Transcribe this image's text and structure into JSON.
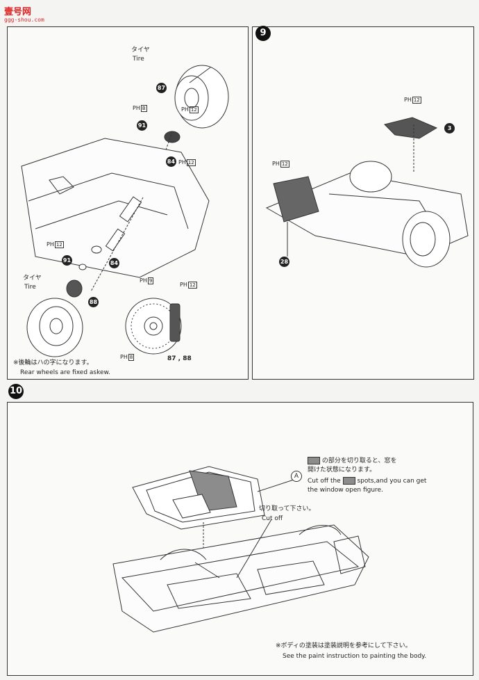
{
  "header": {
    "site_name": "壹号网",
    "site_url": "ggg-shou.com"
  },
  "step9": {
    "number": "9"
  },
  "step10": {
    "number": "10"
  },
  "panel_left": {
    "tire_top_jp": "タイヤ",
    "tire_top_en": "Tire",
    "tire_bottom_jp": "タイヤ",
    "tire_bottom_en": "Tire",
    "note_jp": "※後輪はハの字になります。",
    "note_en": "Rear wheels are fixed askew.",
    "parts": {
      "p87": "87",
      "p91a": "91",
      "p84a": "84",
      "p84b": "84",
      "p91b": "91",
      "p88": "88",
      "p87_88": "87 , 88"
    },
    "ph_labels": {
      "ph_b": "B",
      "ph_12a": "12",
      "ph_12b": "12",
      "ph_12c": "12",
      "ph_9": "9",
      "ph_12d": "12",
      "ph_8": "8"
    },
    "ph_prefix": "PH"
  },
  "panel_right": {
    "ph_12a": "12",
    "ph_12b": "12",
    "part3": "3",
    "part28": "28",
    "ph_prefix": "PH"
  },
  "panel_bottom": {
    "note_a_jp_1": "の部分を切り取ると、窓を",
    "note_a_jp_2": "開けた状態になります。",
    "note_a_en_1": "Cut off the",
    "note_a_en_2": "spots,and you can get",
    "note_a_en_3": "the window open figure.",
    "label_a": "A",
    "cutoff_jp": "切り取って下さい。",
    "cutoff_en": "Cut off",
    "paint_jp": "※ボディの塗装は塗装説明を参考にして下さい。",
    "paint_en": "See the paint instruction to painting the body."
  },
  "colors": {
    "accent_red": "#d22222",
    "cutout_gray": "#8c8c8c"
  }
}
